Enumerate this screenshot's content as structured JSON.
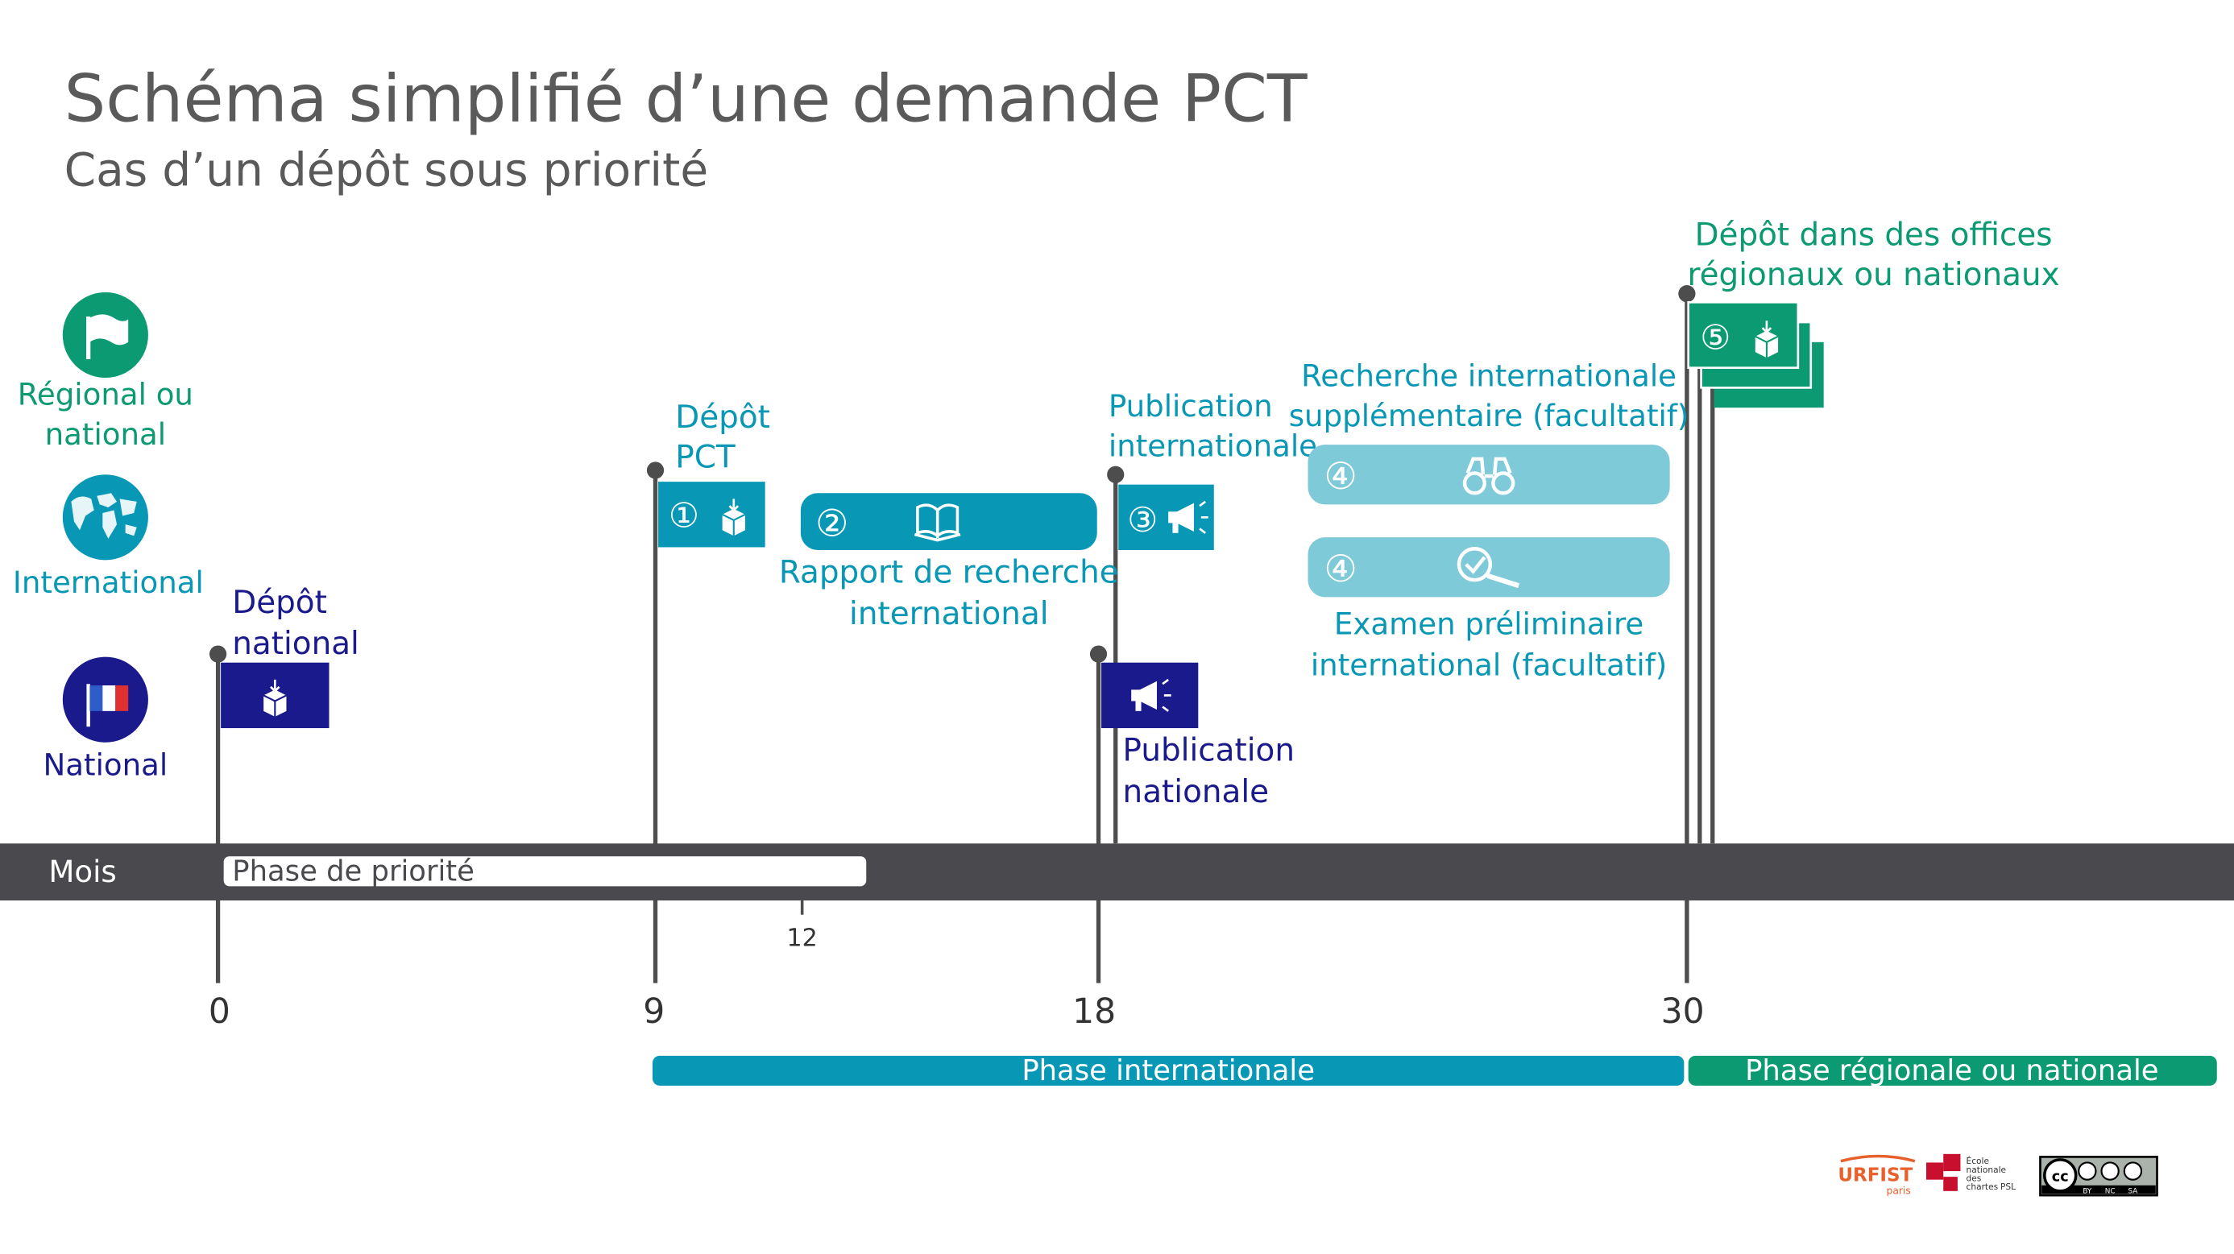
{
  "title": "Schéma simplifié d’une demande PCT",
  "subtitle": "Cas d’un dépôt sous priorité",
  "colors": {
    "national": "#1a1a8c",
    "international": "#0898b5",
    "international_light": "#7fcad9",
    "regional": "#0b9a72",
    "timeline_bar": "#4a4a4e",
    "title": "#5a5a5a",
    "pole": "#4d4d4d"
  },
  "legend": {
    "regional": {
      "label_line1": "Régional ou",
      "label_line2": "national",
      "icon": "flag-icon"
    },
    "international": {
      "label": "International",
      "icon": "world-map-icon"
    },
    "national": {
      "label": "National",
      "icon": "french-flag-icon"
    }
  },
  "timeline": {
    "bar_label": "Mois",
    "priority_phase": "Phase de priorité",
    "minor_tick": "12",
    "ticks": [
      "0",
      "9",
      "18",
      "30"
    ],
    "phase_international": "Phase internationale",
    "phase_regional": "Phase régionale ou nationale"
  },
  "events": {
    "national_filing": {
      "line1": "Dépôt",
      "line2": "national",
      "icon": "ballot-box-icon"
    },
    "pct_filing": {
      "line1": "Dépôt",
      "line2": "PCT",
      "number": "①",
      "icon": "ballot-box-icon"
    },
    "search_report": {
      "line1": "Rapport de recherche",
      "line2": "international",
      "number": "②",
      "icon": "open-book-icon"
    },
    "intl_publication": {
      "line1": "Publication",
      "line2": "internationale",
      "number": "③",
      "icon": "megaphone-icon"
    },
    "national_publication": {
      "line1": "Publication",
      "line2": "nationale",
      "icon": "megaphone-icon"
    },
    "supplementary_search": {
      "line1": "Recherche internationale",
      "line2": "supplémentaire (facultatif)",
      "number": "④",
      "icon": "binoculars-icon"
    },
    "preliminary_exam": {
      "line1": "Examen préliminaire",
      "line2": "international (facultatif)",
      "number": "④",
      "icon": "magnifier-check-icon"
    },
    "regional_filing": {
      "line1": "Dépôt dans des offices",
      "line2": "régionaux ou nationaux",
      "number": "⑤",
      "icon": "ballot-box-icon"
    }
  },
  "footer": {
    "urfist": "URFIST",
    "urfist_sub": "paris",
    "enc_line1": "École",
    "enc_line2": "nationale",
    "enc_line3": "des",
    "enc_line4": "chartes",
    "enc_psl": "PSL",
    "cc": "cc",
    "cc_by": "BY",
    "cc_nc": "NC",
    "cc_sa": "SA"
  }
}
